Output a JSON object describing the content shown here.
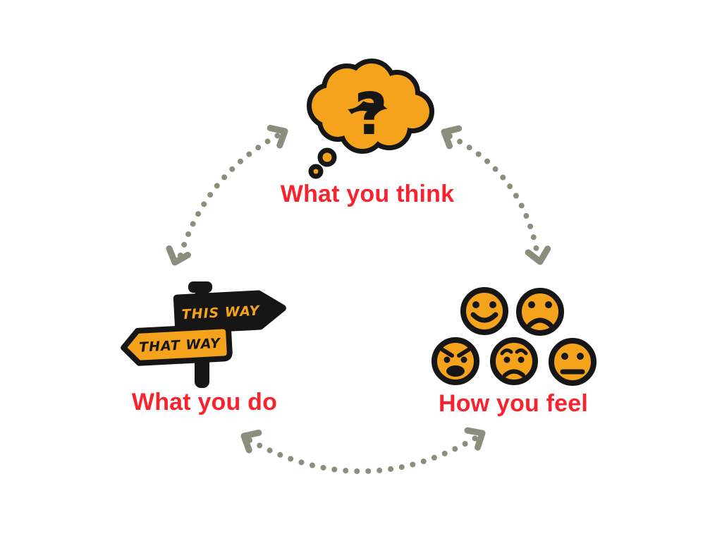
{
  "diagram": {
    "type": "cycle",
    "nodes": [
      {
        "id": "think",
        "label": "What you think",
        "icon": "thought-bubble",
        "symbol": "?"
      },
      {
        "id": "do",
        "label": "What you do",
        "icon": "signpost",
        "sign_labels": [
          "THIS WAY",
          "THAT WAY"
        ]
      },
      {
        "id": "feel",
        "label": "How you feel",
        "icon": "emoji-faces",
        "emotions": [
          "happy",
          "sad",
          "angry",
          "worried",
          "neutral"
        ]
      }
    ],
    "connections": [
      {
        "from": "think",
        "to": "do",
        "style": "dotted-arc",
        "bidirectional": true
      },
      {
        "from": "think",
        "to": "feel",
        "style": "dotted-arc",
        "bidirectional": true
      },
      {
        "from": "do",
        "to": "feel",
        "style": "dotted-arc",
        "bidirectional": true
      }
    ],
    "colors": {
      "orange": "#F5A31D",
      "red": "#F7232E",
      "black": "#161616",
      "gray": "#8C8E7D",
      "background": "#FFFFFF"
    }
  }
}
